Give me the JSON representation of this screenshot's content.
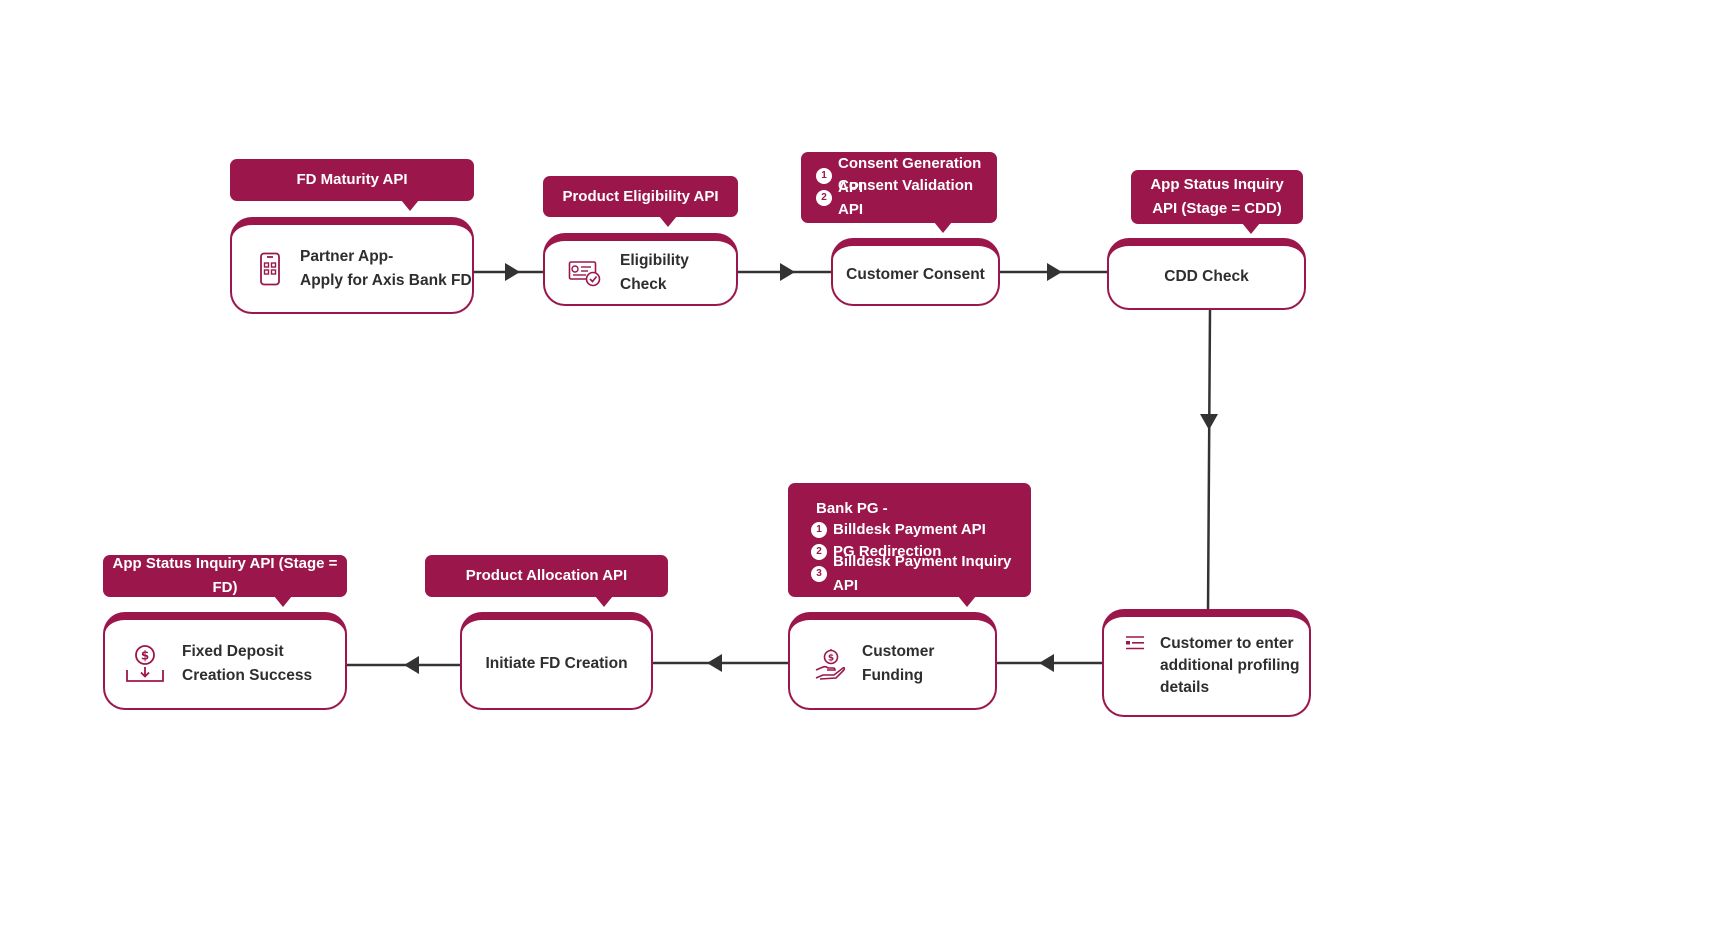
{
  "colors": {
    "accent": "#9b174b",
    "connector": "#333333"
  },
  "nodes": {
    "partner_app": {
      "label": "Partner App-\nApply for Axis Bank FD",
      "icon": "mobile-app-icon"
    },
    "eligibility": {
      "label": "Eligibility Check",
      "icon": "eligibility-check-icon"
    },
    "consent": {
      "label": "Customer Consent"
    },
    "cdd": {
      "label": "CDD Check"
    },
    "profiling": {
      "label": "Customer to enter\nadditional profiling\ndetails",
      "icon": "list-form-icon"
    },
    "funding": {
      "label": "Customer Funding",
      "icon": "hand-money-icon"
    },
    "initiate": {
      "label": "Initiate FD Creation"
    },
    "success": {
      "label": "Fixed Deposit\nCreation Success",
      "icon": "deposit-dollar-icon"
    }
  },
  "tags": {
    "fd_maturity": "FD Maturity API",
    "product_eligibility": "Product Eligibility API",
    "consent_apis": {
      "items": [
        {
          "num": "1",
          "text": "Consent Generation API"
        },
        {
          "num": "2",
          "text": "Consent Validation API"
        }
      ]
    },
    "app_status_cdd": "App Status Inquiry\nAPI (Stage = CDD)",
    "bank_pg": {
      "title": "Bank PG -",
      "items": [
        {
          "num": "1",
          "text": "Billdesk Payment API"
        },
        {
          "num": "2",
          "text": "PG Redirection"
        },
        {
          "num": "3",
          "text": "Billdesk Payment Inquiry API"
        }
      ]
    },
    "product_allocation": "Product Allocation API",
    "app_status_fd": "App Status Inquiry API (Stage = FD)"
  }
}
